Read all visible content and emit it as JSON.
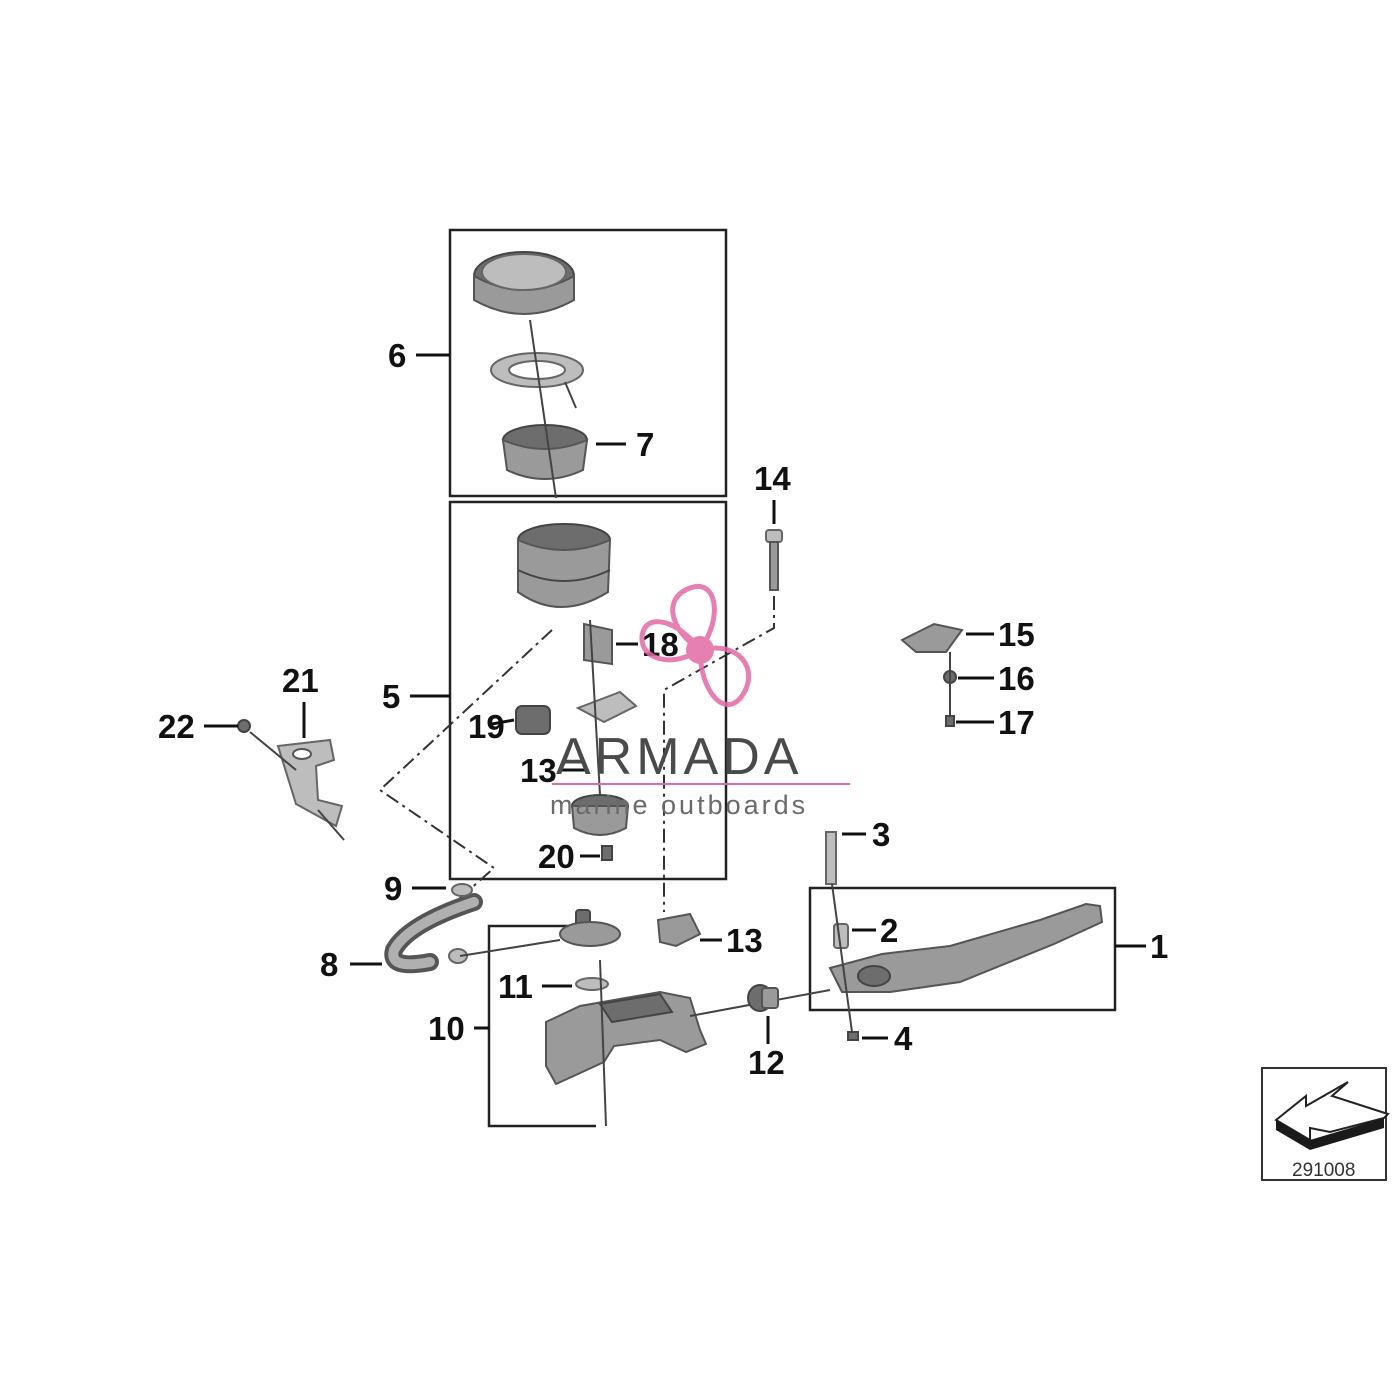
{
  "callouts": {
    "c1": "1",
    "c2": "2",
    "c3": "3",
    "c4": "4",
    "c5": "5",
    "c6": "6",
    "c7": "7",
    "c8": "8",
    "c9": "9",
    "c10": "10",
    "c11": "11",
    "c12": "12",
    "c13a": "13",
    "c13b": "13",
    "c14": "14",
    "c15": "15",
    "c16": "16",
    "c17": "17",
    "c18": "18",
    "c19": "19",
    "c20": "20",
    "c21": "21",
    "c22": "22"
  },
  "watermark": {
    "brand": "ARMADA",
    "tagline": "marine outboards",
    "logo_color": "#e26aa6"
  },
  "diagram_code": "291008",
  "colors": {
    "line": "#111111",
    "part_fill": "#9a9a9a",
    "accent": "#e26aa6"
  }
}
